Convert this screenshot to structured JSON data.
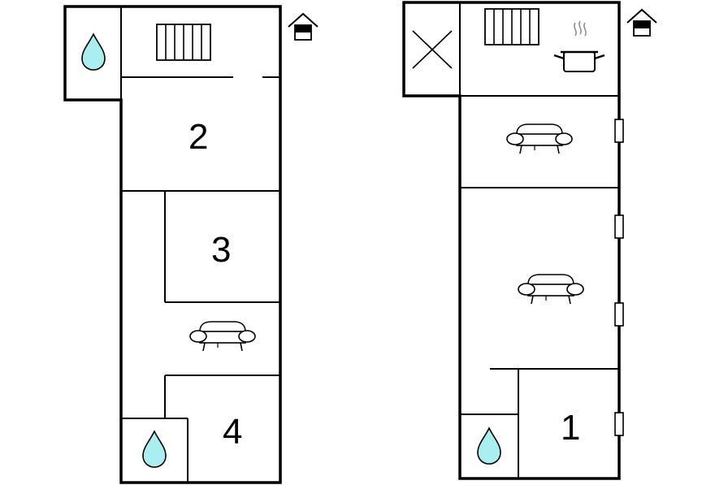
{
  "floor_plans": [
    {
      "rooms": [
        {
          "label": "2",
          "type": "bedroom"
        },
        {
          "label": "3",
          "type": "bedroom"
        },
        {
          "label": "4",
          "type": "bedroom"
        }
      ],
      "icons": [
        "water-drop-icon",
        "radiator-icon",
        "sofa-icon",
        "water-drop-icon",
        "entrance-icon"
      ]
    },
    {
      "rooms": [
        {
          "label": "1",
          "type": "bedroom"
        }
      ],
      "icons": [
        "cross-icon",
        "radiator-icon",
        "cooking-pot-icon",
        "sofa-icon",
        "sofa-icon",
        "water-drop-icon",
        "entrance-icon",
        "window-icon"
      ]
    }
  ],
  "colors": {
    "wall": "#000000",
    "water": "#aaeef2",
    "background": "#ffffff"
  }
}
